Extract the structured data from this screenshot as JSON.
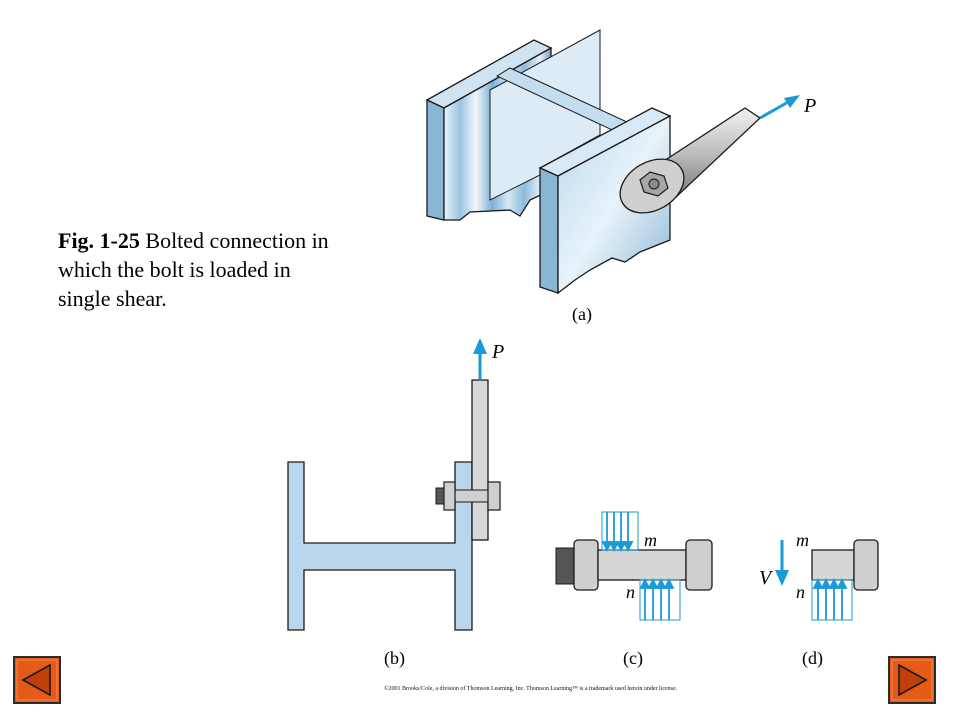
{
  "caption": {
    "fig_number": "Fig. 1-25",
    "text": " Bolted connection in which the bolt is loaded in single shear."
  },
  "labels": {
    "a": "(a)",
    "b": "(b)",
    "c": "(c)",
    "d": "(d)",
    "load_a": "P",
    "load_b": "P",
    "m_c": "m",
    "n_c": "n",
    "m_d": "m",
    "n_d": "n",
    "shear_v": "V"
  },
  "copyright": "©2001 Brooks/Cole, a division of Thomson Learning, Inc.  Thomson Learning™ is a trademark used herein under license.",
  "nav": {
    "prev_icon": "triangle-left-icon",
    "next_icon": "triangle-right-icon"
  },
  "colors": {
    "beam": "#a9cde6",
    "beam_dark": "#6d9fc3",
    "plate": "#d7d7d9",
    "arrow": "#1a9ad6",
    "nav_fill": "#e55a17",
    "nav_border": "#2b2b2b"
  }
}
